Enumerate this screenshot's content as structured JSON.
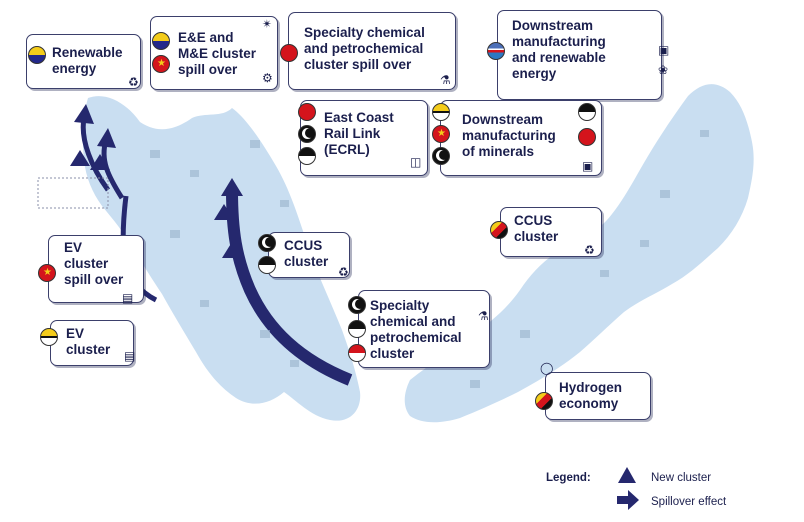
{
  "clusters": {
    "renewable": {
      "label": "Renewable\nenergy"
    },
    "ee_me": {
      "label": "E&E and\nM&E cluster\nspill over"
    },
    "specialty_spill": {
      "label": "Specialty chemical\nand petrochemical\ncluster spill over"
    },
    "downstream_renew": {
      "label": "Downstream\nmanufacturing\nand renewable\nenergy"
    },
    "ecrl": {
      "label": "East Coast\nRail Link\n(ECRL)"
    },
    "downstream_minerals": {
      "label": "Downstream\nmanufacturing\nof minerals"
    },
    "ccus_east": {
      "label": "CCUS\ncluster"
    },
    "ev_spill": {
      "label": "EV\ncluster\nspill over"
    },
    "ccus_west": {
      "label": "CCUS\ncluster"
    },
    "specialty": {
      "label": "Specialty\nchemical and\npetrochemical\ncluster"
    },
    "ev": {
      "label": "EV\ncluster"
    },
    "hydrogen": {
      "label": "Hydrogen\neconomy"
    }
  },
  "legend": {
    "title": "Legend:",
    "new_cluster": "New cluster",
    "spillover": "Spillover effect"
  },
  "colors": {
    "map_land": "#c9def1",
    "arrow": "#25286e",
    "text": "#1b1f4d"
  }
}
